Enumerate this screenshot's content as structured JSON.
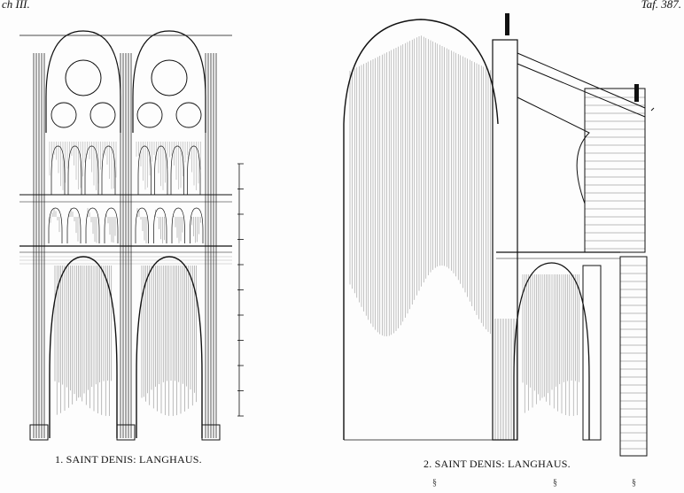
{
  "header": {
    "left": "ch III.",
    "right": "Taf. 387."
  },
  "figures": [
    {
      "caption": "1. SAINT DENIS: LANGHAUS.",
      "type": "elevation"
    },
    {
      "caption": "2. SAINT DENIS: LANGHAUS.",
      "type": "cross-section"
    }
  ],
  "colors": {
    "ink": "#111111",
    "paper": "#fdfdfd"
  }
}
